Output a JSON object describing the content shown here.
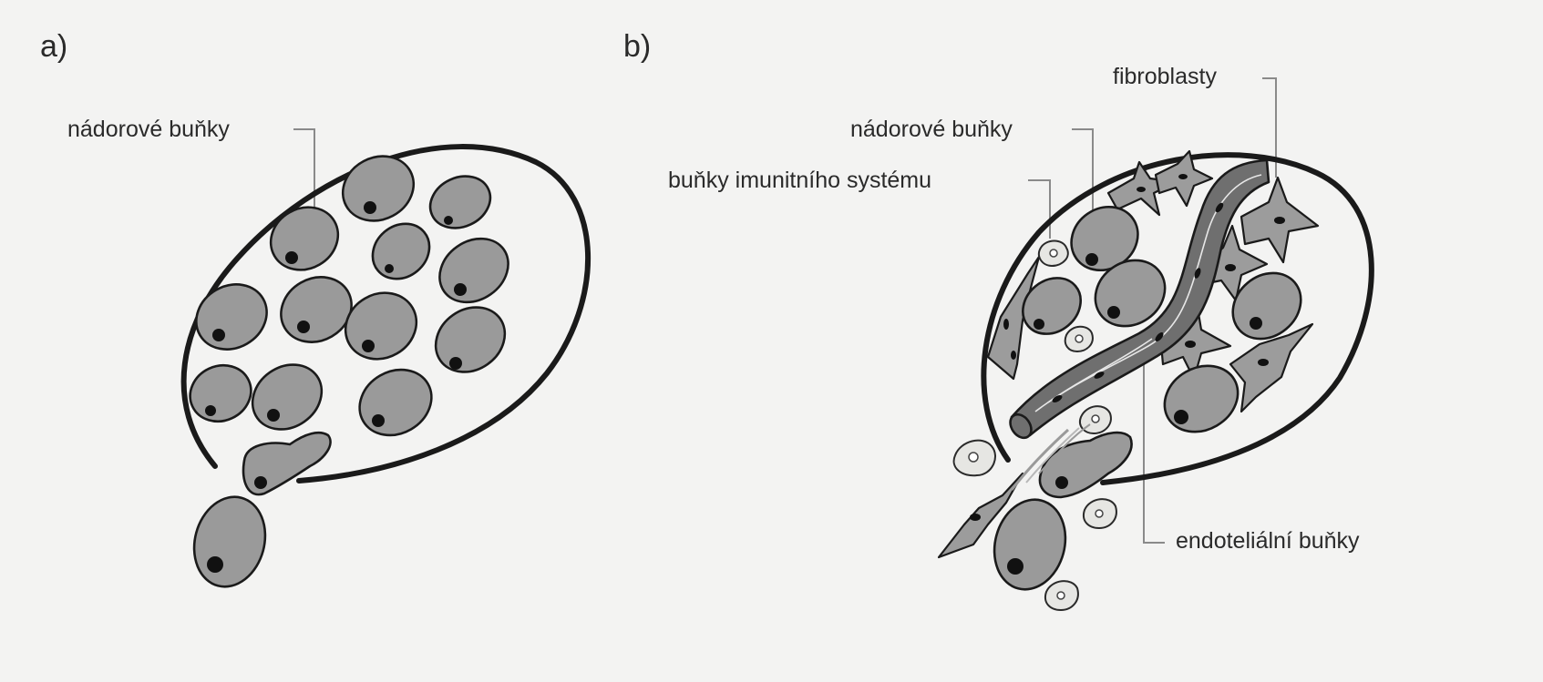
{
  "panels": {
    "a": {
      "label": "a)",
      "annotations": {
        "tumor_cells": "nádorové buňky"
      }
    },
    "b": {
      "label": "b)",
      "annotations": {
        "fibroblasts": "fibroblasty",
        "tumor_cells": "nádorové buňky",
        "immune_cells": "buňky imunitního systému",
        "endothelial_cells": "endoteliální buňky"
      }
    }
  },
  "colors": {
    "background": "#f3f3f2",
    "cell_fill": "#9a9a9a",
    "outline": "#1a1a1a",
    "vessel": "#6f6f6f",
    "immune_cell_fill": "#e6e6e3"
  }
}
